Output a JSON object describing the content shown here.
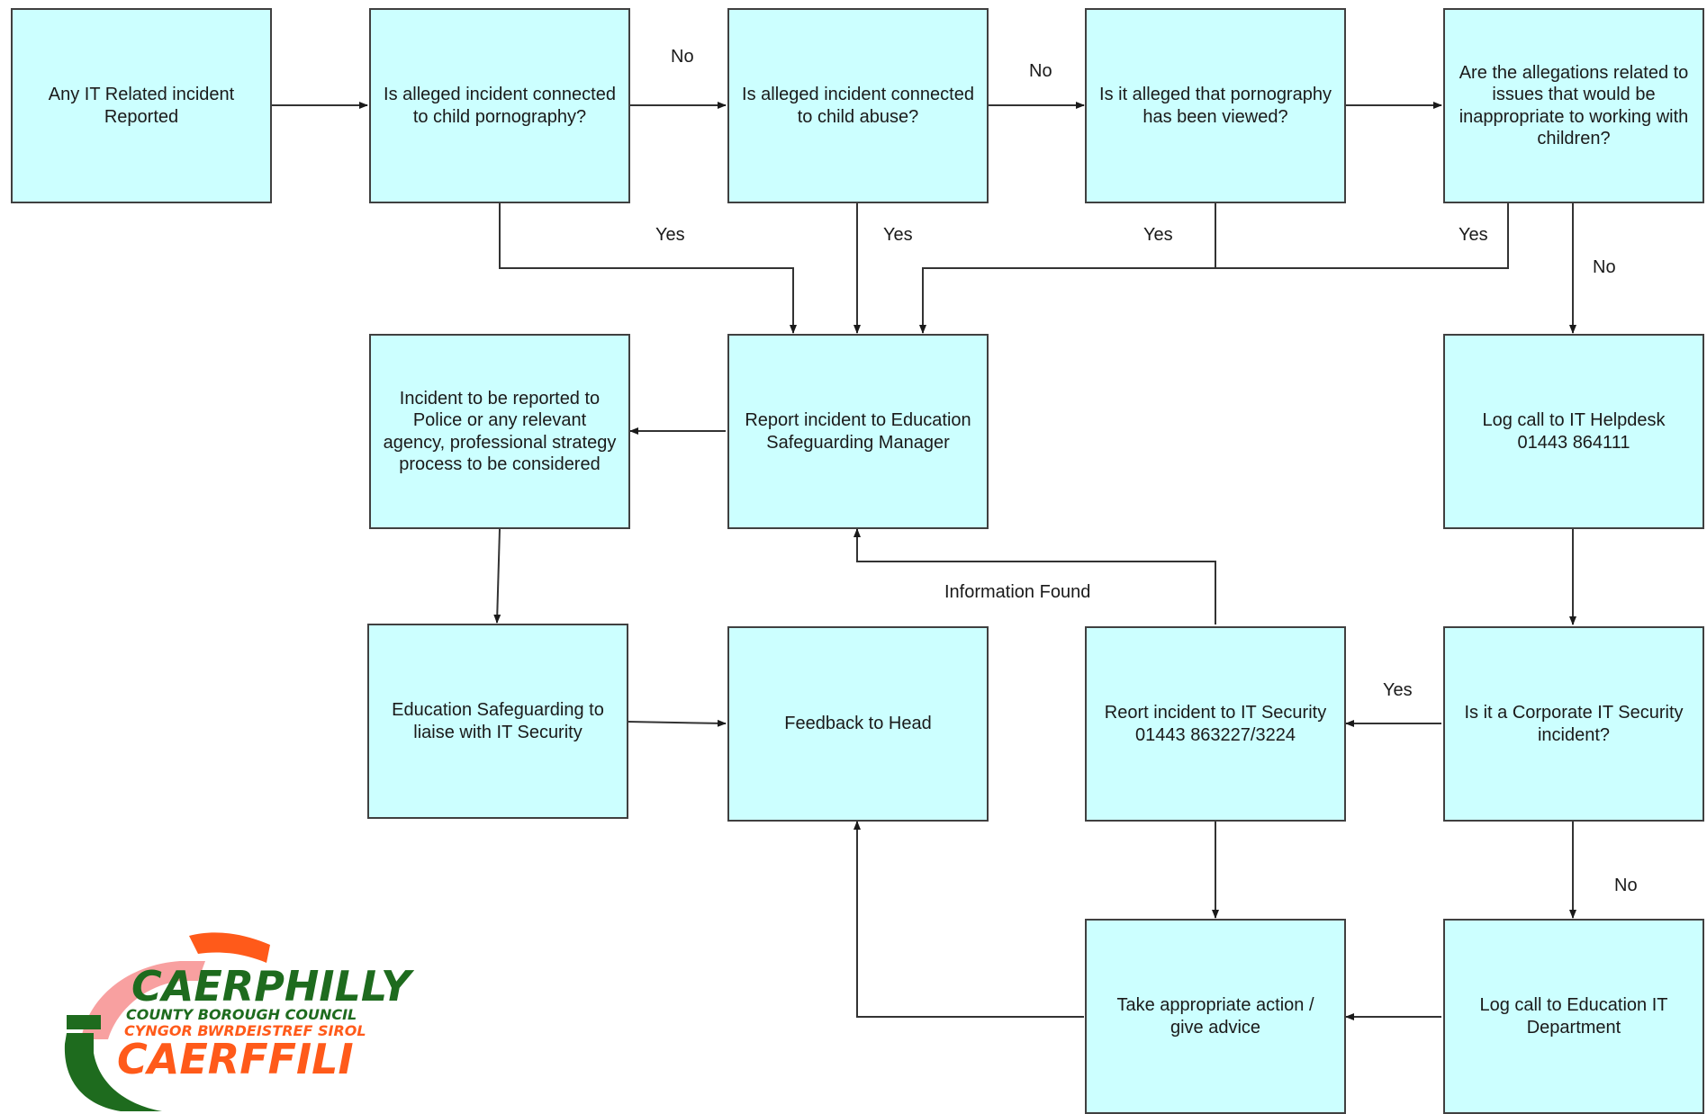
{
  "nodes": {
    "n1": "Any IT Related incident\nReported",
    "n2": "Is alleged incident connected\nto child pornography?",
    "n3": "Is alleged incident connected\nto child abuse?",
    "n4": "Is it alleged that pornography\nhas been viewed?",
    "n5": "Are the allegations related to\nissues that would be\ninappropriate to working with\nchildren?",
    "n6": "Incident to be reported to\nPolice or any relevant\nagency, professional strategy\nprocess to be considered",
    "n7": "Report incident to Education\nSafeguarding Manager",
    "n8": "Log call to IT Helpdesk\n01443 864111",
    "n9": "Education Safeguarding to\nliaise with IT Security",
    "n10": "Feedback to Head",
    "n11": "Reort incident to IT Security\n01443 863227/3224",
    "n12": "Is it a Corporate IT Security\nincident?",
    "n13": "Take appropriate action /\ngive advice",
    "n14": "Log call to Education IT\nDepartment"
  },
  "edge_labels": {
    "no_2_3": "No",
    "no_3_4": "No",
    "yes_2": "Yes",
    "yes_3": "Yes",
    "yes_4": "Yes",
    "yes_5": "Yes",
    "no_5": "No",
    "info_found": "Information Found",
    "yes_12": "Yes",
    "no_12": "No"
  },
  "logo": {
    "line1": "CAERPHILLY",
    "line2": "COUNTY BOROUGH COUNCIL",
    "line3": "CYNGOR BWRDEISTREF SIROL",
    "line4": "CAERFFILI"
  },
  "colors": {
    "node_fill": "#ccffff",
    "node_border": "#404040",
    "logo_green": "#1e6b1e",
    "logo_orange": "#ff5a1a",
    "logo_pink": "#f8a0a0"
  }
}
